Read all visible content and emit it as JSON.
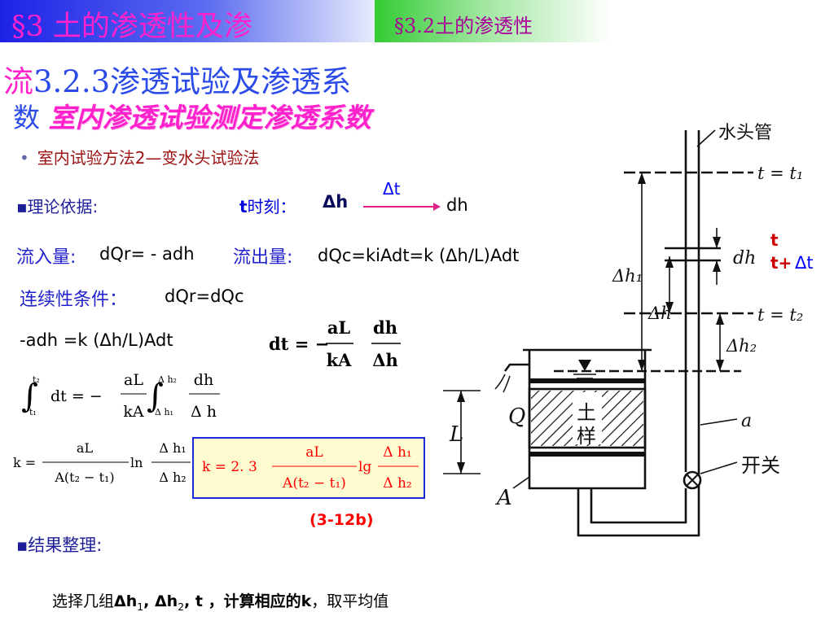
{
  "title": "§3  土的渗透性及渗",
  "tab": "§3.2土的渗透性",
  "heading1": {
    "lead": "流",
    "rest": "3.2.3渗透试验及渗透系"
  },
  "heading2": {
    "prefix": "数",
    "main": "室内渗透试验测定渗透系数"
  },
  "bullet": "室内试验方法2—变水头试验法",
  "theory_basis": "▪理论依据:",
  "time_label": {
    "t": "t",
    "rest": "时刻："
  },
  "delta_h_bold": "Δh",
  "delta_t_arrow": "Δt",
  "dh_label": "dh",
  "inflow": {
    "label": "流入量:",
    "eq": "dQr= - adh"
  },
  "outflow": {
    "label": "流出量:",
    "eq": "dQc=kiAdt=k (Δh/L)Adt"
  },
  "continuity": {
    "label": "连续性条件：",
    "eq": "dQr=dQc"
  },
  "eq_adh": "-adh =k (Δh/L)Adt",
  "dt_formula": {
    "lhs": "dt = −",
    "num1": "aL",
    "den1": "kA",
    "num2": "dh",
    "den2": "Δh"
  },
  "integral": {
    "upper1": "t₂",
    "lower1": "t₁",
    "body1": "dt = −",
    "num": "aL",
    "den": "kA",
    "upper2": "Δ h₂",
    "lower2": "Δ h₁",
    "num2": "dh",
    "den2": "Δ h"
  },
  "k_ln": {
    "lhs": "k =",
    "num": "aL",
    "den": "A(t₂ − t₁)",
    "ln": "ln",
    "num2": "Δ h₁",
    "den2": "Δ h₂"
  },
  "k_lg": {
    "lhs": "k = 2. 3",
    "num": "aL",
    "den": "A(t₂ − t₁)",
    "lg": "lg",
    "num2": "Δ h₁",
    "den2": "Δ h₂"
  },
  "eq_number": "(3-12b)",
  "result_heading": "▪结果整理:",
  "final": {
    "a": "选择几组",
    "b": "Δh",
    "c": "1",
    "d": ", Δh",
    "e": "2",
    "f": ", t ，计算相应的",
    "g": "k",
    "h": "，取平均值"
  },
  "diagram": {
    "water_head_pipe": "水头管",
    "t_eq_t1": "t = t₁",
    "t_eq_t2": "t = t₂",
    "dh": "dh",
    "delta_h1": "Δh₁",
    "delta_h": "Δh",
    "delta_h2": "Δh₂",
    "L": "L",
    "Q": "Q",
    "A": "A",
    "a": "a",
    "soil_1": "土",
    "soil_2": "样",
    "switch": "开关",
    "t_red": "t",
    "t_plus": "t+",
    "delta_t": "Δt"
  },
  "colors": {
    "title_pink": "#ff22cc",
    "heading_blue": "#2b4be8",
    "red": "#ff0000",
    "box_border": "#1a2ad8",
    "box_bg": "#fffbd0"
  }
}
